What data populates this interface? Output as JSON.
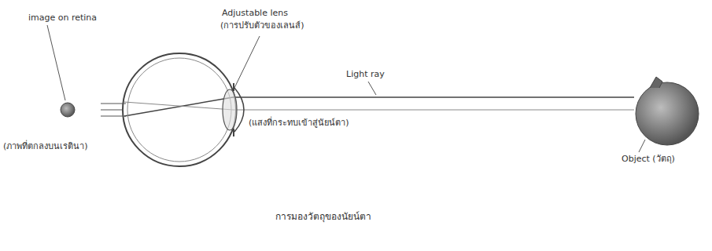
{
  "diagram": {
    "caption": "การมองวัตถุของนัยน์ตา",
    "labels": [
      "image on retina",
      "(ภาพที่ตกลงบนเรตินา)",
      "Adjustable lens",
      "(การปรับตัวของเลนส์)",
      "Light ray",
      "(แสงที่กระทบเข้าสู่นัยน์ตา)",
      "Object (วัตถุ)"
    ]
  }
}
